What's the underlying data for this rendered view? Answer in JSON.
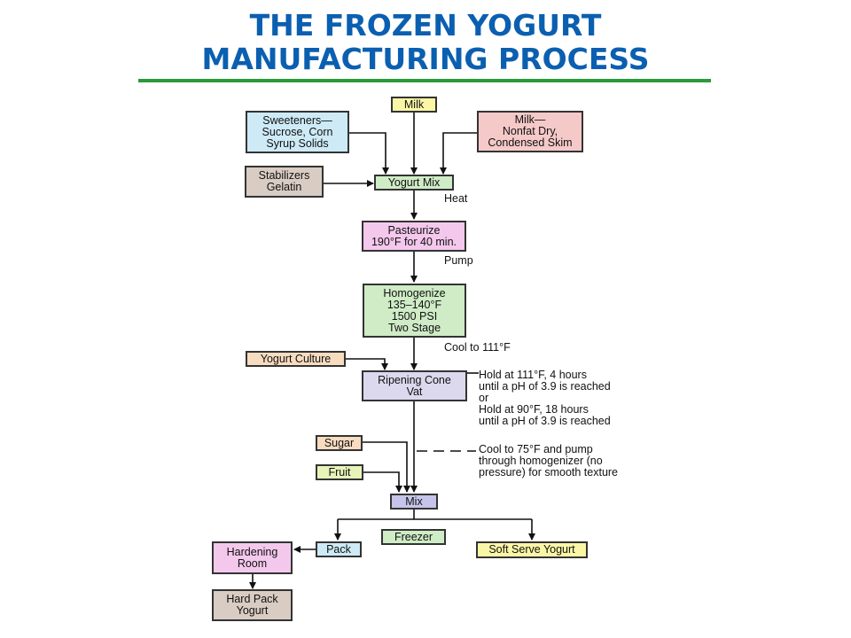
{
  "title": {
    "line1": "THE FROZEN YOGURT",
    "line2": "MANUFACTURING PROCESS"
  },
  "colors": {
    "title": "#0b5fb0",
    "rule": "#2b9a3a"
  },
  "boxes": {
    "milk": "Milk",
    "sweeteners": "Sweeteners—\nSucrose, Corn\nSyrup Solids",
    "milk_nonfat": "Milk—\nNonfat Dry,\nCondensed Skim",
    "stabilizers": "Stabilizers\nGelatin",
    "yogurt_mix": "Yogurt Mix",
    "pasteurize": "Pasteurize\n190°F for 40 min.",
    "homogenize": "Homogenize\n135–140°F\n1500 PSI\nTwo Stage",
    "yogurt_culture": "Yogurt Culture",
    "ripening": "Ripening Cone\nVat",
    "sugar": "Sugar",
    "fruit": "Fruit",
    "mix": "Mix",
    "freezer": "Freezer",
    "pack": "Pack",
    "soft_serve": "Soft Serve Yogurt",
    "hardening": "Hardening\nRoom",
    "hard_pack": "Hard Pack\nYogurt"
  },
  "notes": {
    "heat": "Heat",
    "pump": "Pump",
    "cool111": "Cool to 111°F",
    "hold": "Hold at 111°F, 4 hours\n  until a pH of 3.9 is reached\n           or\nHold at 90°F, 18 hours\n  until a pH of 3.9 is reached",
    "cool75": "Cool to 75°F and pump\nthrough homogenizer (no\npressure) for smooth texture"
  }
}
